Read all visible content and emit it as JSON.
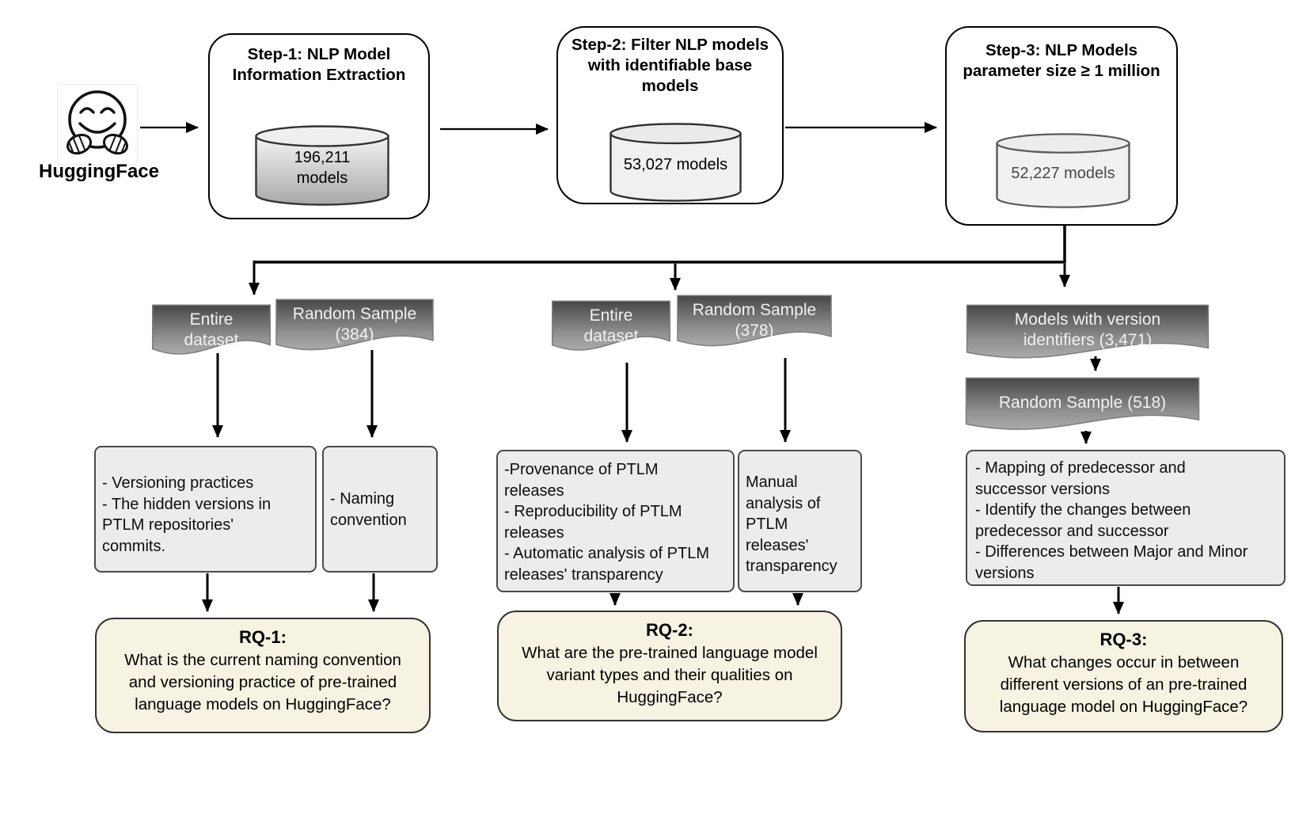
{
  "source": {
    "label": "HuggingFace",
    "icon": "hugging-face-emoji"
  },
  "pipeline": [
    {
      "title": "Step-1: NLP Model\nInformation Extraction",
      "db_label": "196,211\nmodels"
    },
    {
      "title": "Step-2: Filter NLP models\nwith identifiable base\nmodels",
      "db_label": "53,027 models"
    },
    {
      "title": "Step-3: NLP Models\nparameter size ≥ 1 million",
      "db_label": "52,227 models"
    }
  ],
  "columns": [
    {
      "banners": [
        {
          "label": "Entire\ndataset"
        },
        {
          "label": "Random Sample\n(384)"
        }
      ],
      "analyses": [
        {
          "text": "- Versioning practices\n- The hidden versions in\nPTLM repositories'\ncommits."
        },
        {
          "text": "-  Naming\nconvention"
        }
      ],
      "rq": {
        "id": "RQ-1:",
        "question": "What is the current naming convention\nand versioning practice of pre-trained\nlanguage models on HuggingFace?"
      }
    },
    {
      "banners": [
        {
          "label": "Entire\ndataset"
        },
        {
          "label": "Random Sample\n(378)"
        }
      ],
      "analyses": [
        {
          "text": "-Provenance of PTLM\nreleases\n- Reproducibility of PTLM\nreleases\n- Automatic analysis of PTLM\nreleases' transparency"
        },
        {
          "text": "Manual\nanalysis of\nPTLM\nreleases'\ntransparency"
        }
      ],
      "rq": {
        "id": "RQ-2:",
        "question": "What are the pre-trained language model\nvariant types and their qualities on\nHuggingFace?"
      }
    },
    {
      "banners": [
        {
          "label": "Models with version\nidentifiers  (3,471)"
        },
        {
          "label": "Random Sample (518)"
        }
      ],
      "analyses": [
        {
          "text": "- Mapping of predecessor and\nsuccessor versions\n- Identify the changes between\npredecessor and successor\n- Differences between Major and Minor\nversions"
        }
      ],
      "rq": {
        "id": "RQ-3:",
        "question": "What changes occur in between\ndifferent versions of an pre-trained\nlanguage model on HuggingFace?"
      }
    }
  ],
  "colors": {
    "banner_top": "#474747",
    "banner_bottom": "#ababab",
    "analysis_box_fill": "#ececec",
    "rq_box_fill": "#f7f3e3",
    "cylinder_fill": "#f0f0f0",
    "line": "#000000"
  }
}
